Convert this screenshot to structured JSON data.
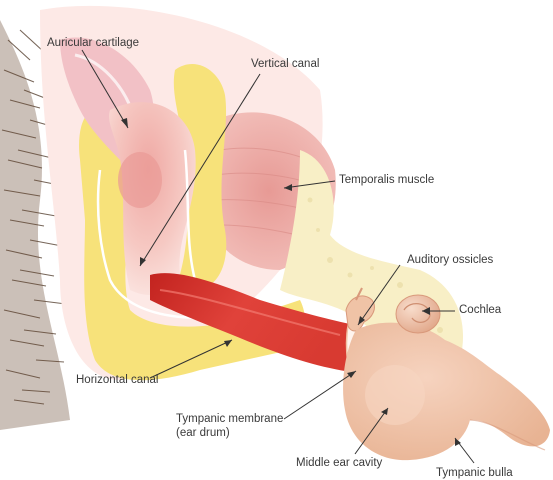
{
  "labels": {
    "auricular_cartilage": "Auricular cartilage",
    "vertical_canal": "Vertical canal",
    "temporalis_muscle": "Temporalis muscle",
    "auditory_ossicles": "Auditory ossicles",
    "cochlea": "Cochlea",
    "horizontal_canal": "Horizontal canal",
    "tympanic_membrane_line1": "Tympanic membrane",
    "tympanic_membrane_line2": "(ear drum)",
    "middle_ear_cavity": "Middle ear cavity",
    "tympanic_bulla": "Tympanic bulla"
  },
  "colors": {
    "background": "#ffffff",
    "tissue_pink": "#f2b8b3",
    "muscle_pink": "#e9a5a0",
    "cartilage_yellow": "#f7e27a",
    "canal_red": "#d9332b",
    "bone_cream": "#f8efc6",
    "bulla_tan": "#f0c3a6",
    "hair_dark": "#4a3322",
    "label_text": "#3a3a3a",
    "leader_line": "#333333"
  }
}
